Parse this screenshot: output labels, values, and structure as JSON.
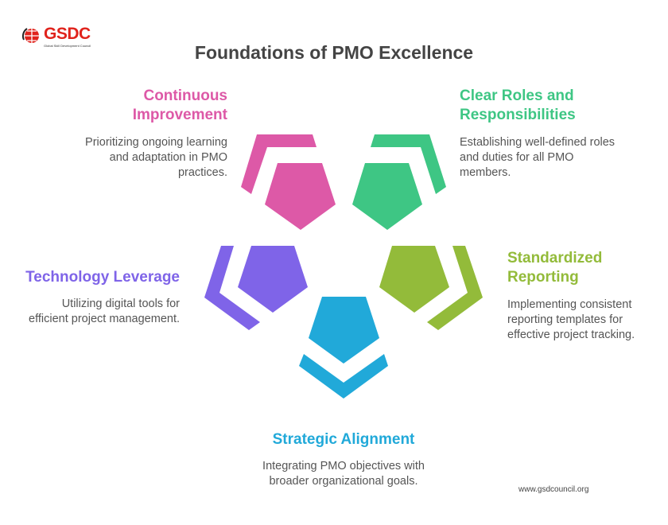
{
  "logo": {
    "text": "GSDC",
    "subtitle": "Global Skill Development Council"
  },
  "title": "Foundations of PMO Excellence",
  "items": [
    {
      "heading_1": "Continuous",
      "heading_2": "Improvement",
      "desc_1": "Prioritizing ongoing learning",
      "desc_2": "and adaptation in PMO",
      "desc_3": "practices.",
      "color": "#dd59a7"
    },
    {
      "heading_1": "Clear Roles and",
      "heading_2": "Responsibilities",
      "desc_1": "Establishing well-defined roles",
      "desc_2": "and duties for all PMO",
      "desc_3": "members.",
      "color": "#3ec684"
    },
    {
      "heading_1": "Technology Leverage",
      "desc_1": "Utilizing digital tools for",
      "desc_2": "efficient project management.",
      "color": "#7f64e8"
    },
    {
      "heading_1": "Standardized",
      "heading_2": "Reporting",
      "desc_1": "Implementing consistent",
      "desc_2": "reporting templates for",
      "desc_3": "effective project tracking.",
      "color": "#93bb3a"
    },
    {
      "heading_1": "Strategic Alignment",
      "desc_1": "Integrating PMO objectives with",
      "desc_2": "broader organizational goals.",
      "color": "#21a9d9"
    }
  ],
  "footer": "www.gsdcouncil.org"
}
